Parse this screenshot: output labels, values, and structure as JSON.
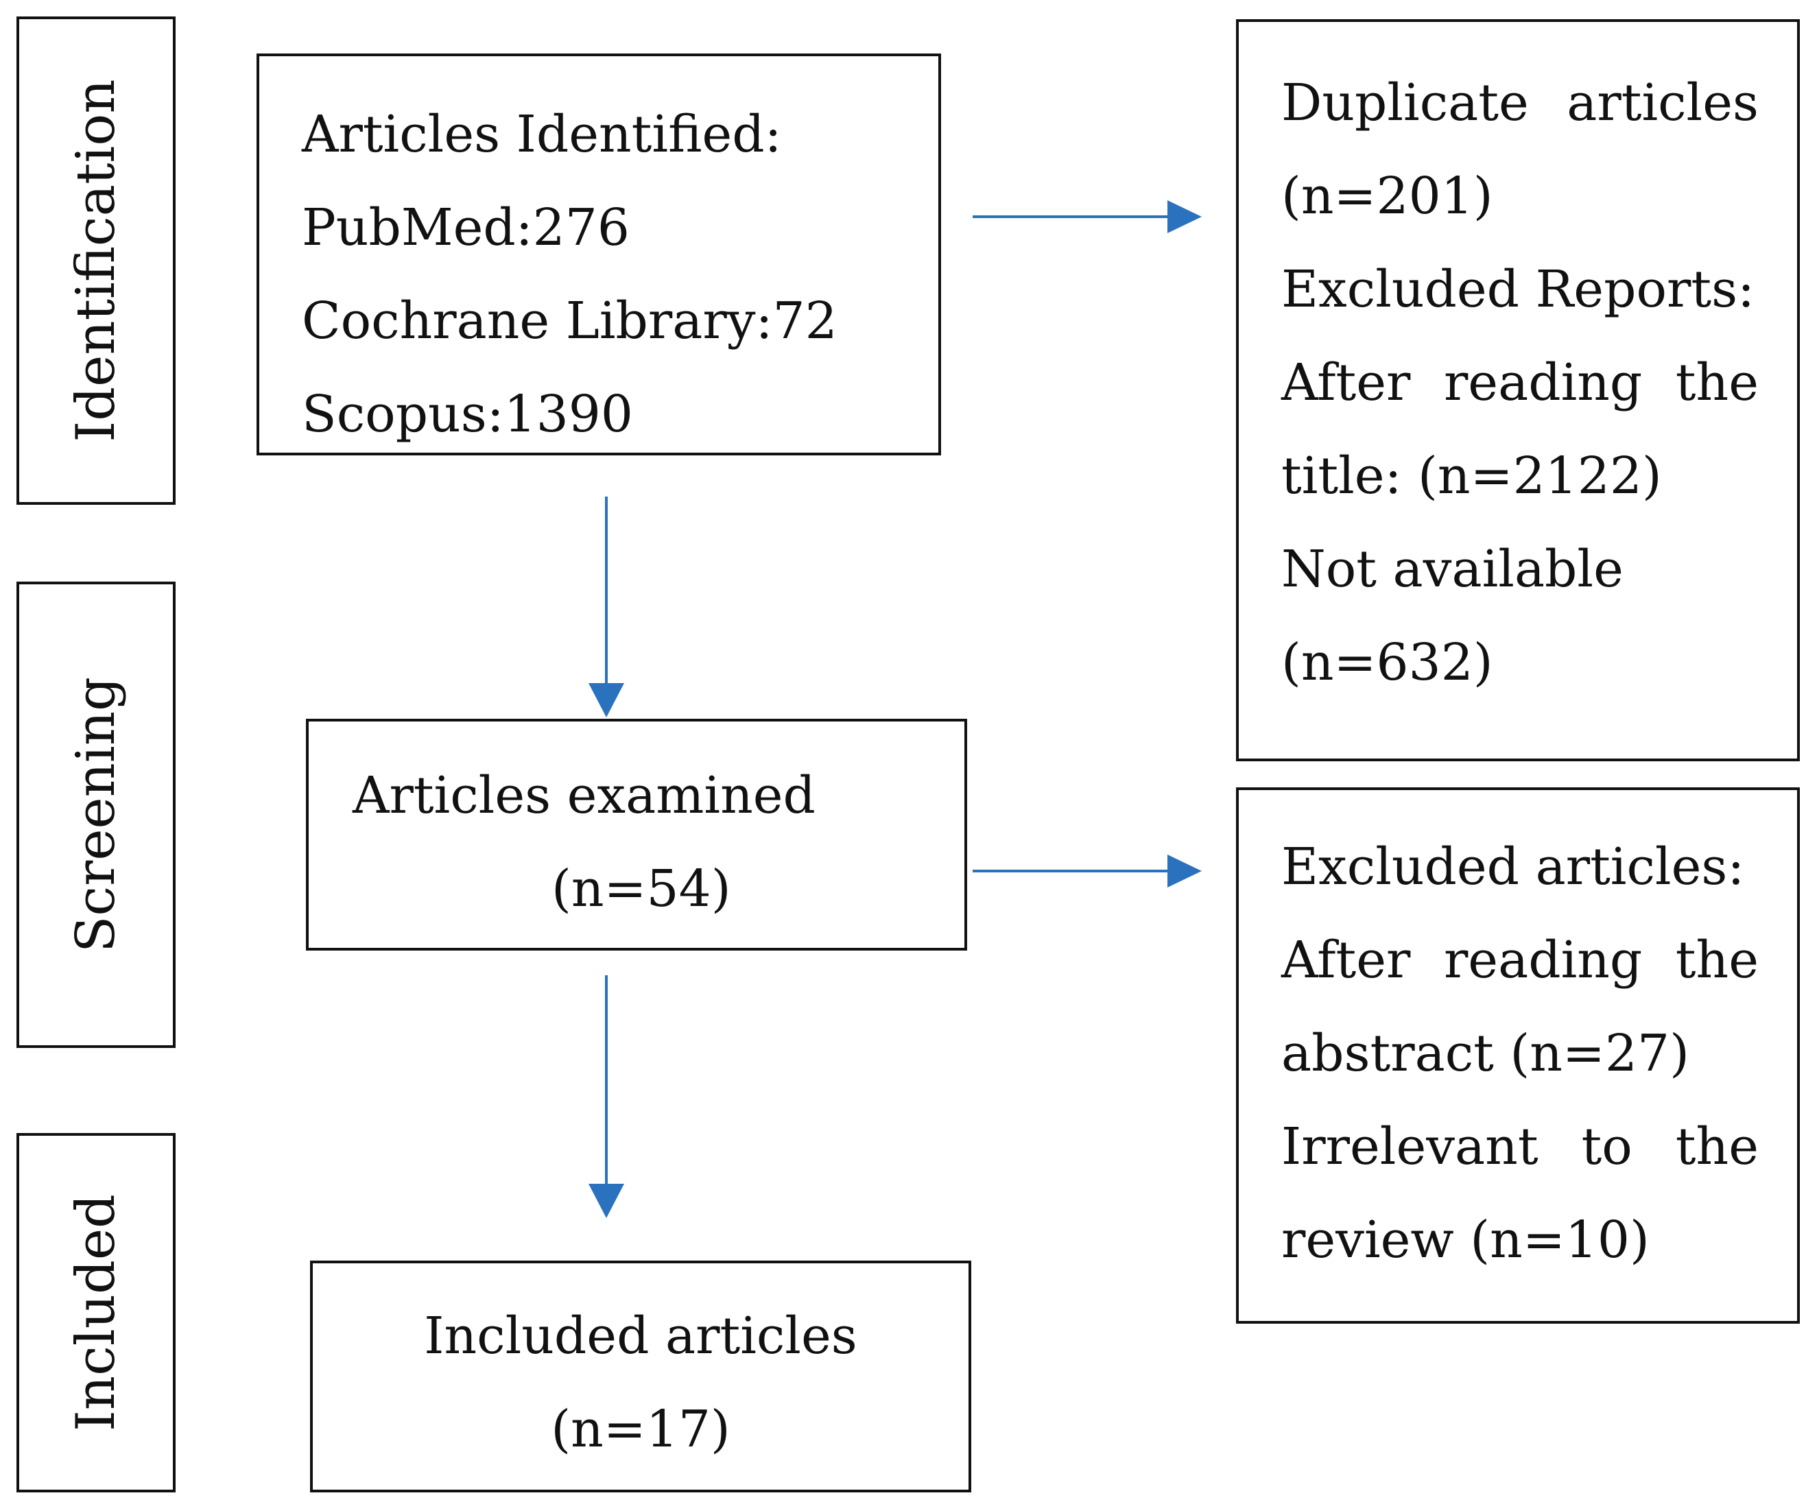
{
  "stages": {
    "identification": "Identification",
    "screening": "Screening",
    "included": "Included"
  },
  "identified_box": {
    "title": "Articles Identified:",
    "pubmed": "PubMed:276",
    "cochrane": "Cochrane Library:72",
    "scopus": "Scopus:1390"
  },
  "examined_box": {
    "line1": "Articles examined",
    "line2": "(n=54)"
  },
  "included_box": {
    "line1": "Included articles",
    "line2": "(n=17)"
  },
  "excluded_reports_box": {
    "dup_w1": "Duplicate",
    "dup_w2": "articles",
    "dup_count": "(n=201)",
    "excluded_reports": "Excluded Reports:",
    "title_w1": "After",
    "title_w2": "reading",
    "title_w3": "the",
    "title_count": "title: (n=2122)",
    "not_available": "Not available",
    "na_count": "(n=632)"
  },
  "excluded_articles_box": {
    "heading": "Excluded articles:",
    "abs_w1": "After",
    "abs_w2": "reading",
    "abs_w3": "the",
    "abs_count": "abstract (n=27)",
    "irr_w1": "Irrelevant",
    "irr_w2": "to",
    "irr_w3": "the",
    "irr_count": "review (n=10)"
  },
  "colors": {
    "arrow": "#2a72bd",
    "border": "#111111"
  }
}
